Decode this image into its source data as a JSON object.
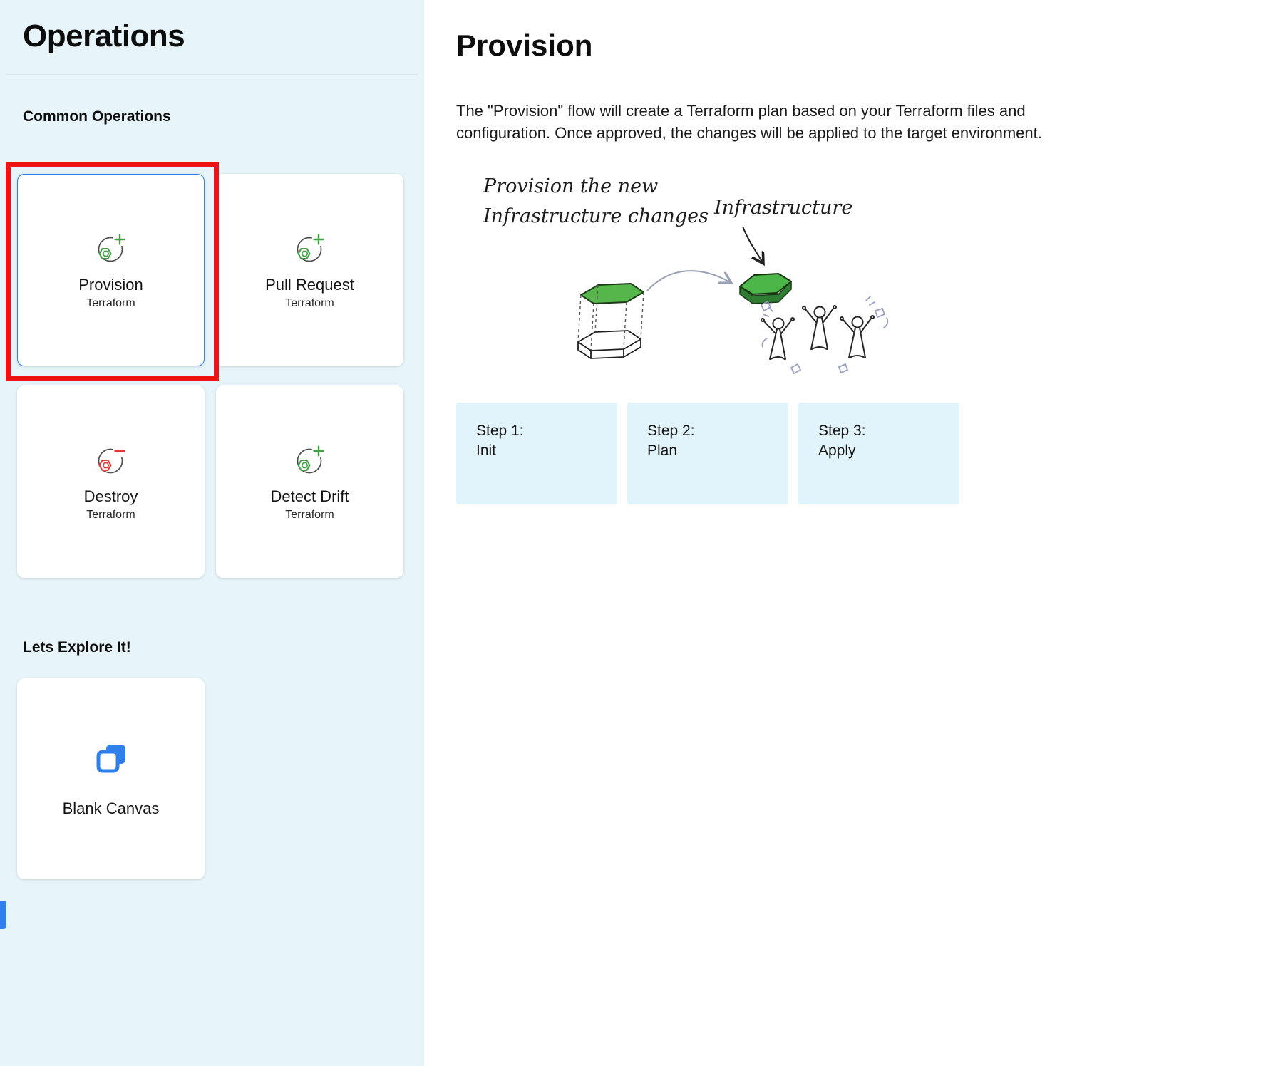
{
  "sidebar": {
    "title": "Operations",
    "sections": [
      {
        "label": "Common Operations",
        "cards": [
          {
            "title": "Provision",
            "subtitle": "Terraform",
            "icon": "terraform-add-icon",
            "selected": true
          },
          {
            "title": "Pull Request",
            "subtitle": "Terraform",
            "icon": "terraform-add-icon",
            "selected": false
          },
          {
            "title": "Destroy",
            "subtitle": "Terraform",
            "icon": "terraform-remove-icon",
            "selected": false
          },
          {
            "title": "Detect Drift",
            "subtitle": "Terraform",
            "icon": "terraform-add-icon",
            "selected": false
          }
        ]
      },
      {
        "label": "Lets Explore It!",
        "cards": [
          {
            "title": "Blank Canvas",
            "icon": "blank-canvas-icon"
          }
        ]
      }
    ]
  },
  "main": {
    "title": "Provision",
    "description": "The \"Provision\" flow will create a Terraform plan based on your Terraform files and configuration. Once approved, the changes will be applied to the target environment.",
    "illustration": {
      "caption1_line1": "Provision the new",
      "caption1_line2": "Infrastructure changes",
      "caption2": "Infrastructure"
    },
    "steps": [
      {
        "label": "Step 1:",
        "name": "Init"
      },
      {
        "label": "Step 2:",
        "name": "Plan"
      },
      {
        "label": "Step 3:",
        "name": "Apply"
      }
    ]
  },
  "annotation": {
    "color": "#ee1212"
  },
  "colors": {
    "accent_blue": "#2f80ed",
    "green": "#43a047",
    "destroy_red": "#e53935",
    "sidebar_bg": "#e7f5fb",
    "step_bg": "#e2f4fb"
  }
}
